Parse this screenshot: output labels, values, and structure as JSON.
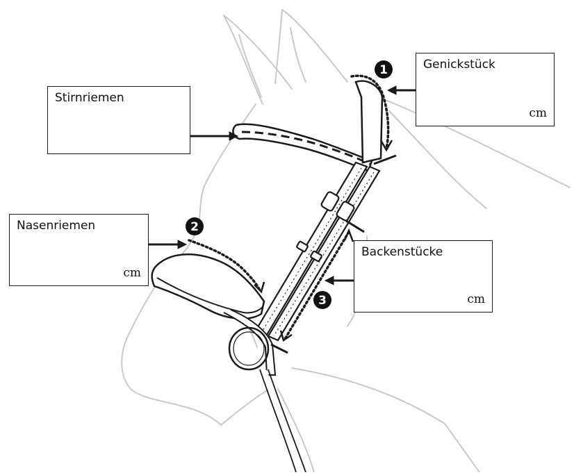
{
  "labels": {
    "genickstueck": {
      "title": "Genickstück",
      "unit": "cm"
    },
    "stirnriemen": {
      "title": "Stirnriemen"
    },
    "nasenriemen": {
      "title": "Nasenriemen",
      "unit": "cm"
    },
    "backenstuecke": {
      "title": "Backenstücke",
      "unit": "cm"
    }
  },
  "markers": {
    "m1": "1",
    "m2": "2",
    "m3": "3"
  },
  "colors": {
    "outline": "#c9c9c9",
    "strap": "#1a1a1a",
    "marker": "#111111"
  }
}
